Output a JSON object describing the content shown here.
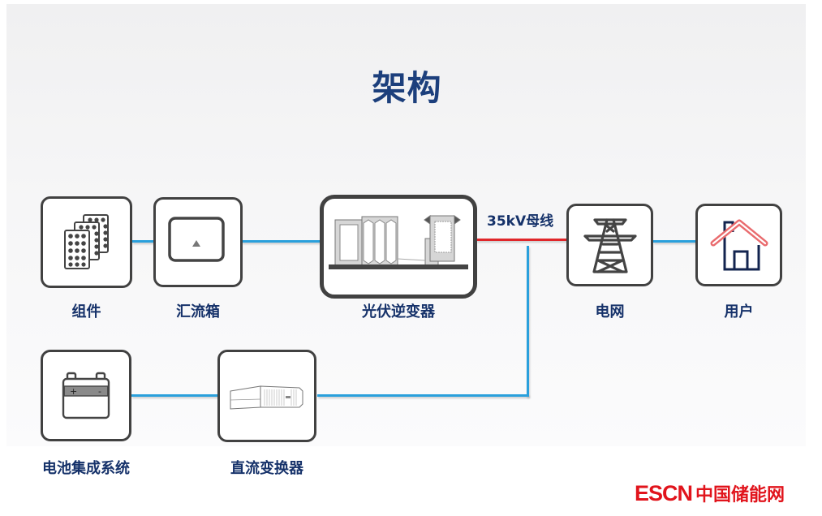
{
  "title": "架构",
  "nodes": {
    "module": {
      "label": "组件",
      "icon": "solar-panel-icon"
    },
    "combiner": {
      "label": "汇流箱",
      "icon": "combiner-box-icon"
    },
    "inverter": {
      "label": "光伏逆变器",
      "icon": "inverter-station-icon"
    },
    "grid": {
      "label": "电网",
      "icon": "transmission-tower-icon"
    },
    "user": {
      "label": "用户",
      "icon": "house-icon"
    },
    "battery": {
      "label": "电池集成系统",
      "icon": "battery-icon"
    },
    "dcdc": {
      "label": "直流变换器",
      "icon": "dc-converter-icon"
    }
  },
  "busbar": {
    "label": "35kV母线"
  },
  "colors": {
    "title": "#1c3f7c",
    "label": "#16326a",
    "dc_link": "#2aa0dc",
    "ac_bus": "#e0262a",
    "border": "#414141",
    "logo": "#e1141c"
  },
  "logo": {
    "en": "ESCN",
    "cn": "中国储能网"
  }
}
